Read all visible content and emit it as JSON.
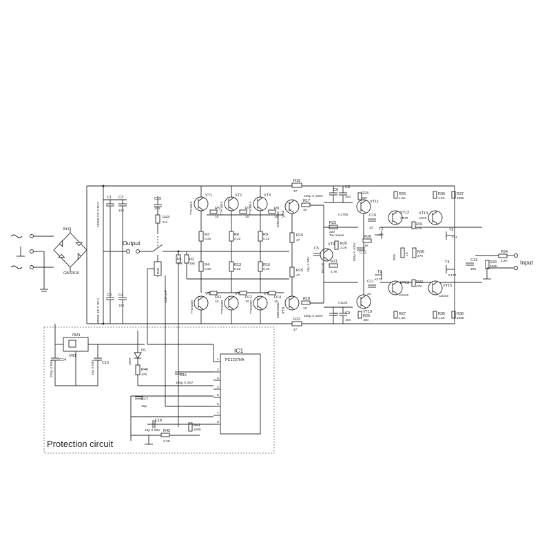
{
  "labels": {
    "output": "Output",
    "input": "Input",
    "protection": "Protection circuit",
    "ic1": "IC1",
    "ic1_part": "PC1237HA"
  },
  "bridge": {
    "ref": "Br1",
    "part": "GBJ2510"
  },
  "caps_main": {
    "c1": "C1",
    "c1v": "10000 mF X 50 V",
    "c3": "C3",
    "c3v": "104",
    "c2": "C2",
    "c2v": "10000 mF X 50 V",
    "c4": "C4",
    "c4v": "104"
  },
  "output_section": {
    "c19": "C19",
    "c19v": "104",
    "r43": "R43",
    "r43v": "3.3",
    "rel": "Rel1",
    "relpart": "JCK-11F",
    "r1": "R1",
    "r1v": "47K",
    "r2": "R2",
    "r2v": "15K"
  },
  "top_transistors": [
    {
      "ref": "VT1",
      "part": "TTA1943"
    },
    {
      "ref": "VT2",
      "part": "TTA1943"
    },
    {
      "ref": "VT3",
      "part": "TTA1943"
    },
    {
      "ref": "VT4",
      "part": "MJE15033"
    }
  ],
  "bottom_transistors": [
    {
      "ref": "VT5",
      "part": "TTC5200"
    },
    {
      "ref": "VT6",
      "part": "TTC5200"
    },
    {
      "ref": "VT7",
      "part": "TTC5200"
    },
    {
      "ref": "VT8",
      "part": "MJE15032"
    }
  ],
  "emitter_resistors": [
    {
      "ref": "R3",
      "val": "0.22"
    },
    {
      "ref": "R6",
      "val": "0.22"
    },
    {
      "ref": "R9",
      "val": "0.22"
    },
    {
      "ref": "R4",
      "val": "0.22"
    },
    {
      "ref": "R13",
      "val": "0.22"
    },
    {
      "ref": "R16",
      "val": "0.22"
    }
  ],
  "base_resistors": [
    {
      "ref": "R5",
      "val": "10"
    },
    {
      "ref": "R7",
      "val": "10"
    },
    {
      "ref": "R8",
      "val": "10"
    },
    {
      "ref": "R11",
      "val": "10"
    },
    {
      "ref": "R12",
      "val": "10"
    },
    {
      "ref": "R14",
      "val": "10"
    }
  ],
  "driver": {
    "r10": "R10",
    "r10v": "47",
    "r15": "R15",
    "r15v": "47",
    "r19": "R19",
    "r19v": "47",
    "r22": "R22",
    "r22v": "47",
    "r17": "R17",
    "r17v": "10",
    "r18": "R18",
    "r18v": "10",
    "c6": "C6",
    "c6v": "100μ X 100V",
    "c8": "C8",
    "c8v": "104",
    "c7": "C7",
    "c7v": "100μ X 100V",
    "c9": "C9",
    "c9v": "104",
    "c5": "C5",
    "c5v": "10μ X 50V",
    "c12": "C12",
    "c12v": "100μ X 100V",
    "vt9": "VT9",
    "vt9p": "BD139",
    "r20": "R20",
    "r20v": "2.2K",
    "r21": "R21",
    "r21v": "4.7K",
    "r23": "R23",
    "r23v": "220",
    "tok": "Ток покоя"
  },
  "vas": {
    "vt10": "VT10",
    "vt10p": "A1145",
    "vt11": "VT11",
    "vt11p": "C2705",
    "c10": "C10",
    "c10v": "33",
    "c11": "C11",
    "c11v": "33",
    "r24": "R24",
    "r24v": "330",
    "r25": "R25",
    "r25v": "330"
  },
  "input_stage": {
    "r26": "R26",
    "r26v": "1.5K",
    "r27": "R27",
    "r27v": "1.5K",
    "vt12": "VT12",
    "vt12p": "A970",
    "vt13": "VT13",
    "vt13p": "C2240",
    "vt14": "VT14",
    "vt14p": "A970",
    "vt15": "VT15",
    "vt15p": "C2240",
    "r31": "R31",
    "r31v": "47K",
    "r32": "R32",
    "r32v": "47K",
    "r28": "R28",
    "r28v": "1K",
    "r29": "R29",
    "r29v": "1K",
    "r30": "R30",
    "r30v": "470",
    "t1": "T1",
    "t1p": "K170",
    "t2": "T2",
    "t2p": "J74",
    "t3": "T3",
    "t3p": "J74",
    "t4": "T4",
    "t4p": "K170",
    "r36": "R36",
    "r36v": "1.5K",
    "r35": "R35",
    "r35v": "1.5K",
    "r37": "R37",
    "r37v": "100K",
    "r38": "R38",
    "r38v": "100K",
    "c13": "C13",
    "c13v": "105",
    "r33": "R33",
    "r33v": "100K",
    "r34": "R34",
    "r34v": "2.2K"
  },
  "protection": {
    "vr1": "VR1",
    "vr1p": "7824",
    "c14": "C14",
    "c14v": "220μ X 50V",
    "c15": "C15",
    "c15v": "10μ X 50V",
    "d1": "D1",
    "d1p": "4007",
    "r40": "R40",
    "r40v": "47K",
    "c16": "C16",
    "c16v": "100μ X 25V",
    "c17": "C17",
    "c17v": "10μ",
    "c18": "C18",
    "c18v": "10μ X 50V",
    "r41": "R41",
    "r41v": "100K",
    "r42": "R42",
    "r42v": "2.2K"
  },
  "ic_pins": [
    "1",
    "2",
    "3",
    "4",
    "5",
    "6",
    "7",
    "8"
  ]
}
